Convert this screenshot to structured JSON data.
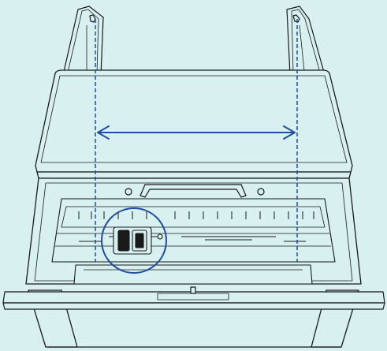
{
  "colors": {
    "background": "#d8f0f0",
    "line": "#1a1a1a",
    "guide": "#1f4fa0",
    "body_fill": "#d8f0f0"
  },
  "illustration": {
    "subject": "scanner-paper-chute-with-side-guides",
    "indicator": "horizontal-double-arrow-showing-guide-width-adjustment",
    "highlight": "circled-pick-roller-module"
  }
}
